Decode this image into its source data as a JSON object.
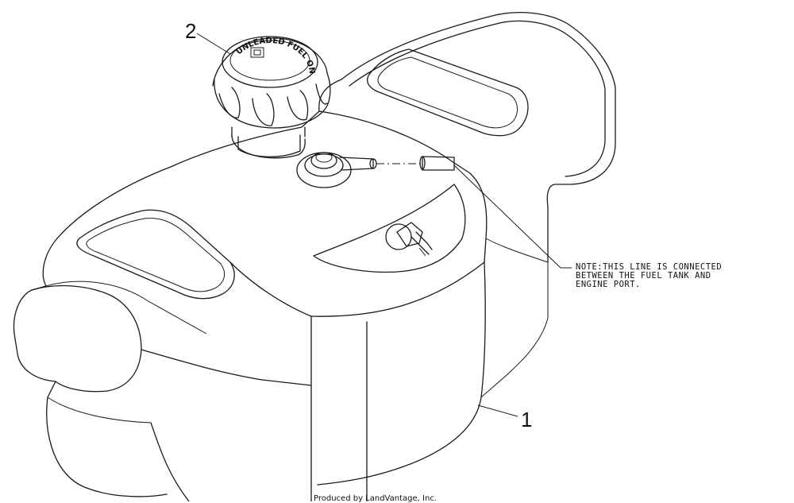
{
  "callouts": {
    "label_1": "1",
    "label_2": "2"
  },
  "fuel_cap": {
    "text": "UNLEADED FUEL ONLY"
  },
  "note": {
    "lines": [
      "NOTE:THIS LINE IS CONNECTED",
      "BETWEEN THE FUEL TANK AND",
      "ENGINE PORT."
    ]
  },
  "footer": {
    "text": "Produced by LandVantage, Inc."
  }
}
